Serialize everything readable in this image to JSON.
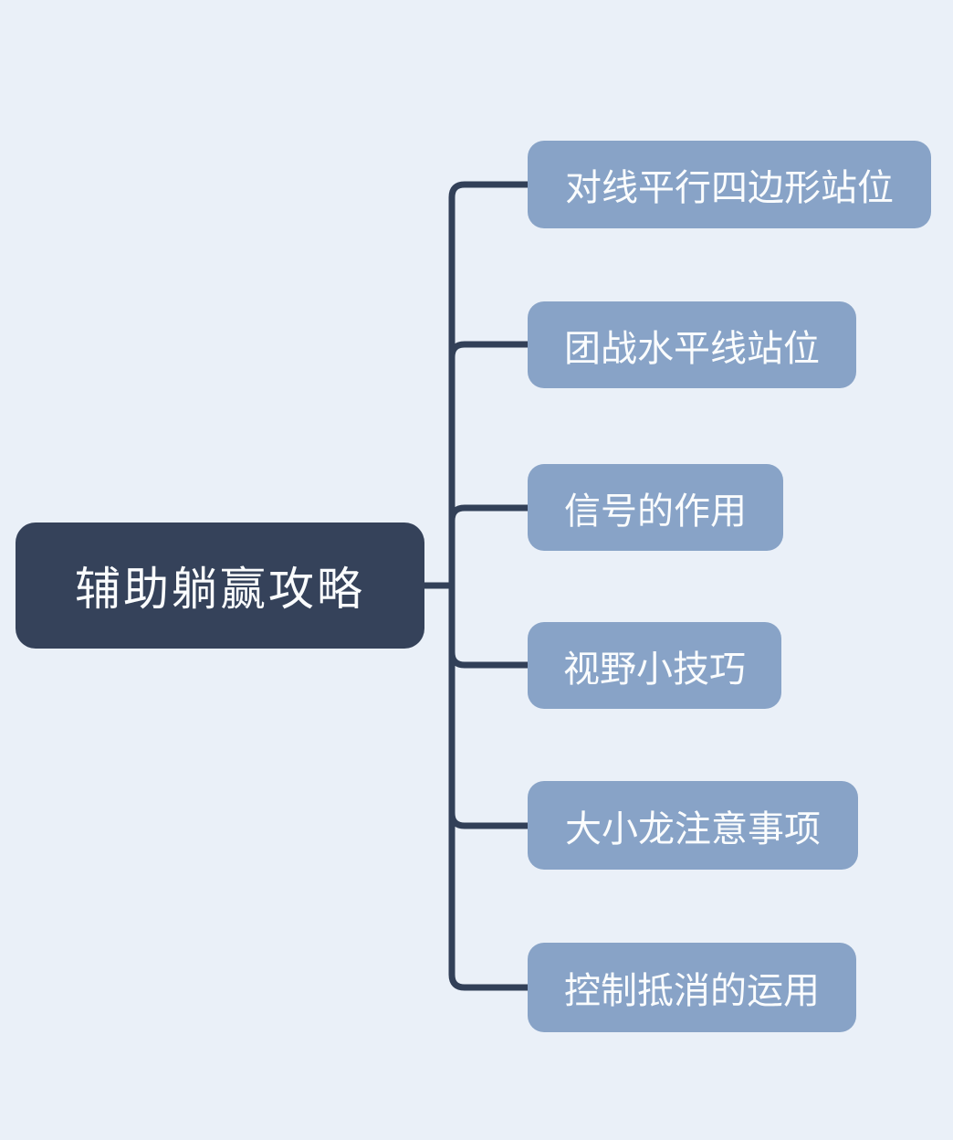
{
  "diagram": {
    "type": "mindmap",
    "root": {
      "label": "辅助躺赢攻略"
    },
    "children": [
      {
        "label": "对线平行四边形站位"
      },
      {
        "label": "团战水平线站位"
      },
      {
        "label": "信号的作用"
      },
      {
        "label": "视野小技巧"
      },
      {
        "label": "大小龙注意事项"
      },
      {
        "label": "控制抵消的运用"
      }
    ],
    "colors": {
      "background": "#eaf0f8",
      "root_fill": "#35425a",
      "branch_fill": "#88a3c7",
      "connector": "#324058",
      "text": "#fafcfd"
    }
  }
}
